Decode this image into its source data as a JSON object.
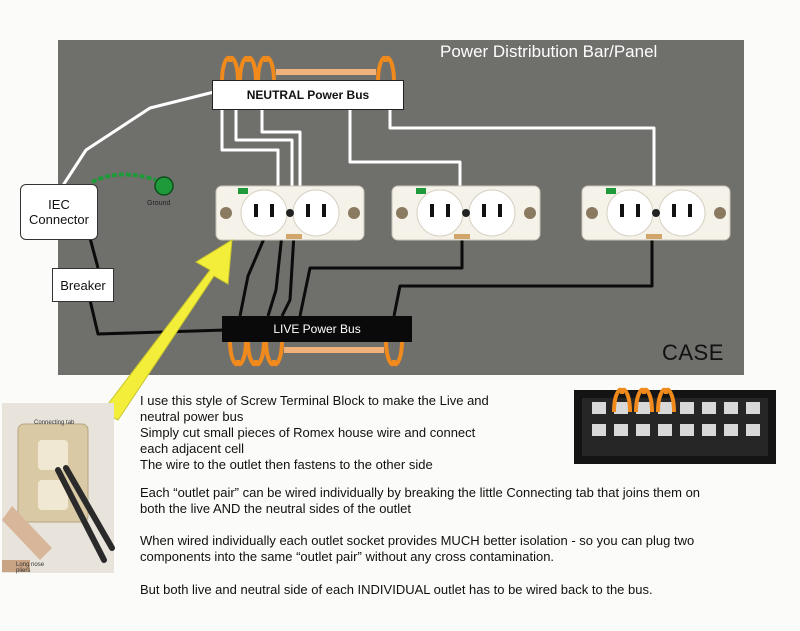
{
  "panel_title": "Power Distribution Bar/Panel",
  "case_label": "CASE",
  "neutral_bus_label": "NEUTRAL  Power Bus",
  "live_bus_label": "LIVE Power Bus",
  "iec_label_line1": "IEC",
  "iec_label_line2": "Connector",
  "breaker_label": "Breaker",
  "ground_label": "Ground",
  "notes": {
    "line1": "I use this style of Screw Terminal Block to make the Live and",
    "line2": "neutral power bus",
    "line3": "Simply cut small pieces of Romex house wire and connect",
    "line4": "each adjacent cell",
    "line5": "The wire to the outlet then fastens to the other side",
    "para1_line1": "Each “outlet pair” can be wired individually by breaking the little Connecting tab that joins them on",
    "para1_line2": "both the live AND the neutral sides of the outlet",
    "para2_line1": "When wired individually each outlet socket provides MUCH better isolation - so you can plug two",
    "para2_line2": "components into the same “outlet pair” without any cross contamination.",
    "para3": "But both live and neutral side of each INDIVIDUAL outlet has to be wired back to the bus."
  },
  "photo_labels": {
    "connecting_tab": "Connecting tab",
    "pliers": "Long nose pliers"
  },
  "colors": {
    "panel_grey": "#6f6f6c",
    "wire_white": "#ffffff",
    "wire_black": "#0b0b0b",
    "ground_green": "#1f9a3a",
    "flame_orange": "#f08a1c",
    "arrow_yellow": "#f3ee3a"
  }
}
